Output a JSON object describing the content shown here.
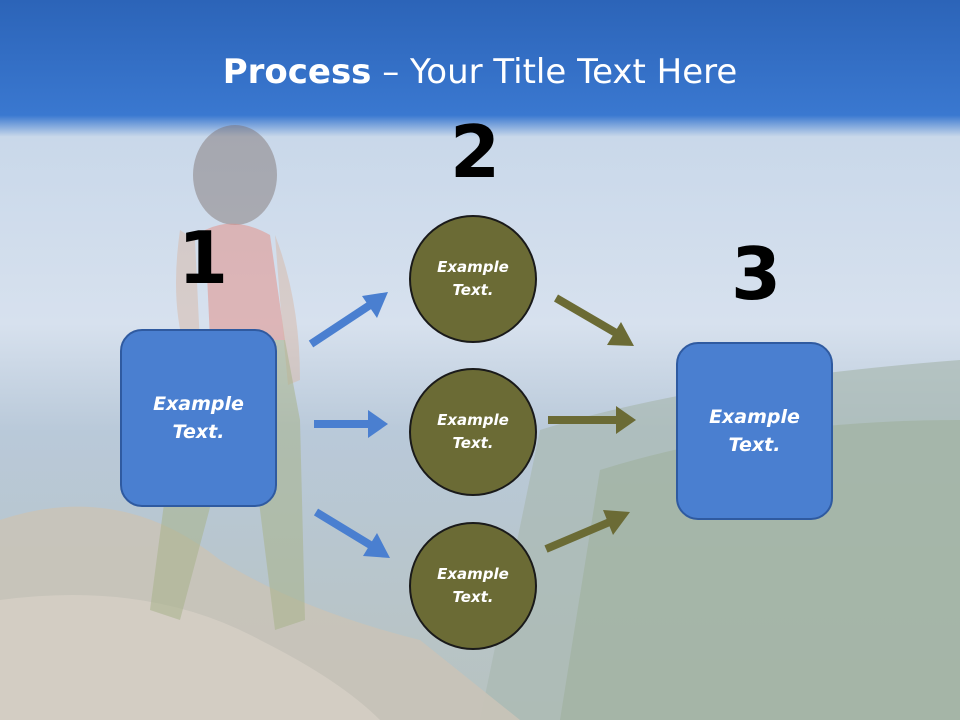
{
  "title": {
    "bold": "Process",
    "rest": " – Your Title Text Here"
  },
  "steps": {
    "one": "1",
    "two": "2",
    "three": "3"
  },
  "left_box": {
    "line1": "Example",
    "line2": "Text."
  },
  "right_box": {
    "line1": "Example",
    "line2": "Text."
  },
  "circles": [
    {
      "line1": "Example",
      "line2": "Text."
    },
    {
      "line1": "Example",
      "line2": "Text."
    },
    {
      "line1": "Example",
      "line2": "Text."
    }
  ],
  "colors": {
    "box": "#4a7fd0",
    "circle": "#6b6b35",
    "blue_arrow": "#4a7fd0",
    "olive_arrow": "#6b6b35",
    "title_bar": "#2f6fc8"
  }
}
